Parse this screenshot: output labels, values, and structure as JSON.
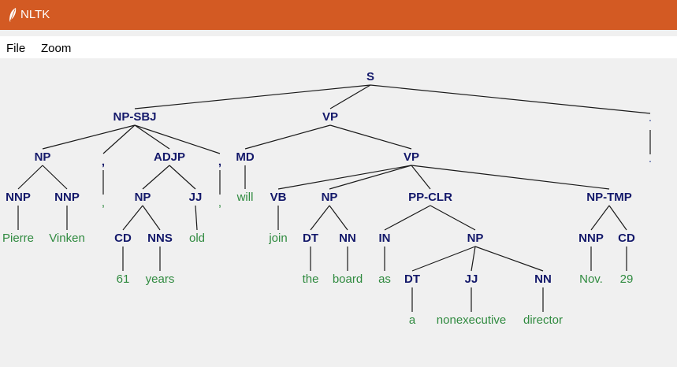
{
  "window": {
    "title": "NLTK",
    "icon": "feather-icon",
    "accent_color": "#d35a23"
  },
  "menu": {
    "items": [
      "File",
      "Zoom"
    ]
  },
  "tree": {
    "colors": {
      "category": "#13186a",
      "leaf": "#2f8a3f",
      "edge": "#1a1a1a"
    },
    "root": {
      "label": "S",
      "children": [
        {
          "label": "NP-SBJ",
          "children": [
            {
              "label": "NP",
              "children": [
                {
                  "label": "NNP",
                  "children": [
                    {
                      "label": "Pierre"
                    }
                  ]
                },
                {
                  "label": "NNP",
                  "children": [
                    {
                      "label": "Vinken"
                    }
                  ]
                }
              ]
            },
            {
              "label": ",",
              "children": [
                {
                  "label": ","
                }
              ]
            },
            {
              "label": "ADJP",
              "children": [
                {
                  "label": "NP",
                  "children": [
                    {
                      "label": "CD",
                      "children": [
                        {
                          "label": "61"
                        }
                      ]
                    },
                    {
                      "label": "NNS",
                      "children": [
                        {
                          "label": "years"
                        }
                      ]
                    }
                  ]
                },
                {
                  "label": "JJ",
                  "children": [
                    {
                      "label": "old"
                    }
                  ]
                }
              ]
            },
            {
              "label": ",",
              "children": [
                {
                  "label": ","
                }
              ]
            }
          ]
        },
        {
          "label": "VP",
          "children": [
            {
              "label": "MD",
              "children": [
                {
                  "label": "will"
                }
              ]
            },
            {
              "label": "VP",
              "children": [
                {
                  "label": "VB",
                  "children": [
                    {
                      "label": "join"
                    }
                  ]
                },
                {
                  "label": "NP",
                  "children": [
                    {
                      "label": "DT",
                      "children": [
                        {
                          "label": "the"
                        }
                      ]
                    },
                    {
                      "label": "NN",
                      "children": [
                        {
                          "label": "board"
                        }
                      ]
                    }
                  ]
                },
                {
                  "label": "PP-CLR",
                  "children": [
                    {
                      "label": "IN",
                      "children": [
                        {
                          "label": "as"
                        }
                      ]
                    },
                    {
                      "label": "NP",
                      "children": [
                        {
                          "label": "DT",
                          "children": [
                            {
                              "label": "a"
                            }
                          ]
                        },
                        {
                          "label": "JJ",
                          "children": [
                            {
                              "label": "nonexecutive"
                            }
                          ]
                        },
                        {
                          "label": "NN",
                          "children": [
                            {
                              "label": "director"
                            }
                          ]
                        }
                      ]
                    }
                  ]
                },
                {
                  "label": "NP-TMP",
                  "children": [
                    {
                      "label": "NNP",
                      "children": [
                        {
                          "label": "Nov."
                        }
                      ]
                    },
                    {
                      "label": "CD",
                      "children": [
                        {
                          "label": "29"
                        }
                      ]
                    }
                  ]
                }
              ]
            }
          ]
        },
        {
          "label": ".",
          "children": [
            {
              "label": "."
            }
          ]
        }
      ]
    }
  }
}
